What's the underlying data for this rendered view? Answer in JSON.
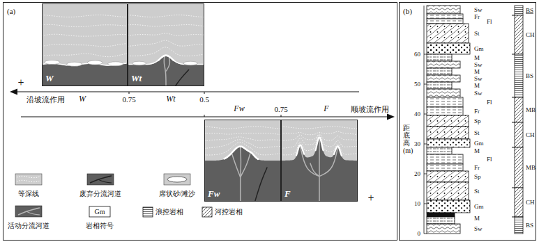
{
  "diagram": {
    "nodes": [
      {
        "text": [
          "(a)"
        ]
      },
      {
        "text": [
          "(b)"
        ]
      },
      {
        "text": [
          "W"
        ],
        "in": 0
      },
      {
        "text": [
          "Wt"
        ],
        "in": 0
      },
      {
        "text": [
          "Fw"
        ],
        "in": 0
      },
      {
        "text": [
          "F"
        ],
        "in": 0
      }
    ],
    "labels": [
      "沿坡流作用",
      "W",
      "0.75",
      "Wt",
      "0.5",
      "Fw",
      "0.75",
      "F",
      "顺坡流作用",
      "+",
      "+",
      "Gm",
      "距底高(m)",
      "0",
      "10",
      "20",
      "30",
      "40",
      "50",
      "60",
      "Sw",
      "Fr",
      "Fl",
      "St",
      "Gm",
      "M",
      "Sw",
      "M",
      "Sw",
      "M",
      "Sw",
      "Fl",
      "Fr",
      "Sp",
      "St",
      "Gm",
      "M",
      "Fl",
      "Fr",
      "Sp",
      "St",
      "Gm",
      "M",
      "Sw",
      "BS",
      "CH",
      "BS",
      "MB",
      "CH",
      "MB",
      "CH",
      "BS"
    ],
    "legend": [
      {
        "text": "等深线"
      },
      {
        "text": "废弃分流河道"
      },
      {
        "text": "席状砂/滩沙"
      },
      {
        "text": "活动分流河道"
      },
      {
        "text": "岩相符号"
      },
      {
        "text": "浪控岩相"
      },
      {
        "text": "河控岩相"
      }
    ]
  }
}
